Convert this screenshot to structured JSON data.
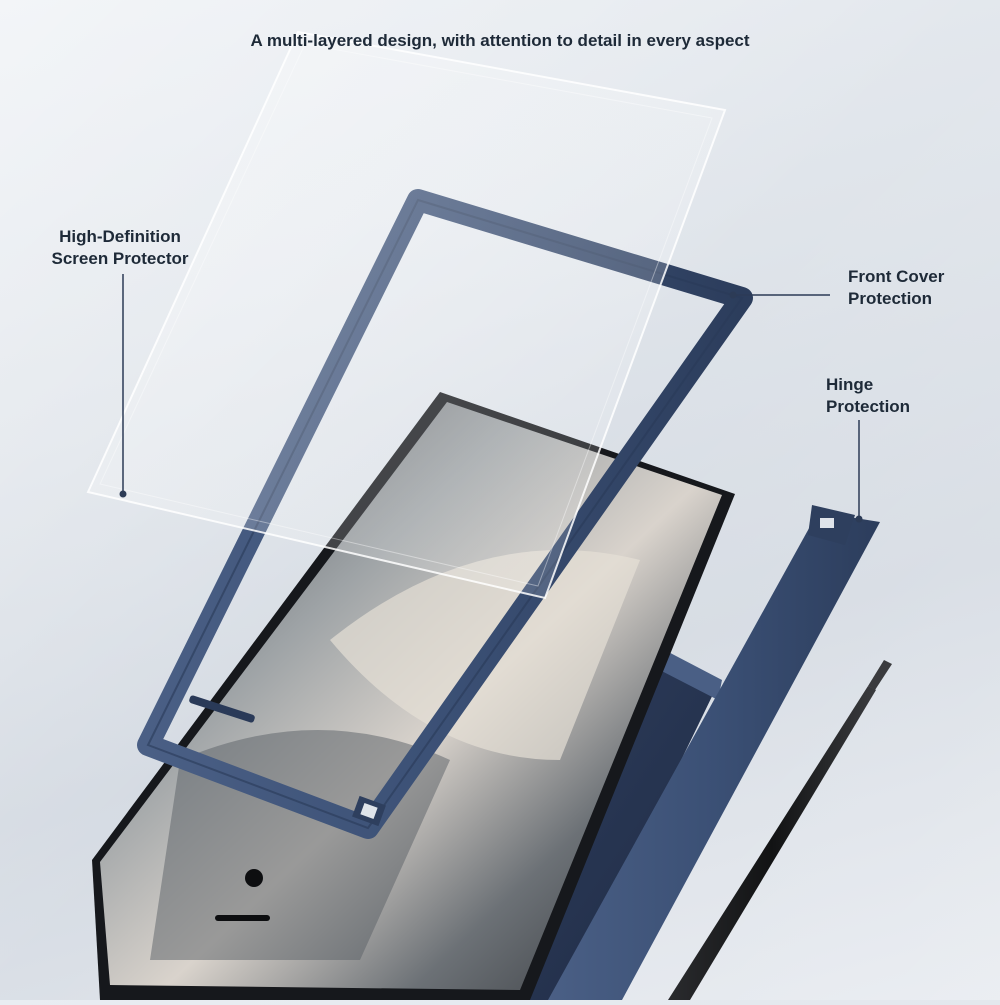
{
  "headline": "A multi-layered design, with attention to detail in every aspect",
  "callouts": {
    "screen_protector": [
      "High-Definition",
      "Screen Protector"
    ],
    "front_cover": [
      "Front Cover",
      "Protection"
    ],
    "hinge": [
      "Hinge",
      "Protection"
    ]
  },
  "colors": {
    "case_blue": "#3f5478",
    "case_dark": "#2e3f5e",
    "phone_black": "#16181c",
    "stylus_black": "#1a1b1d",
    "label_text": "#1e2a38",
    "leader_line": "#2c3b56"
  }
}
